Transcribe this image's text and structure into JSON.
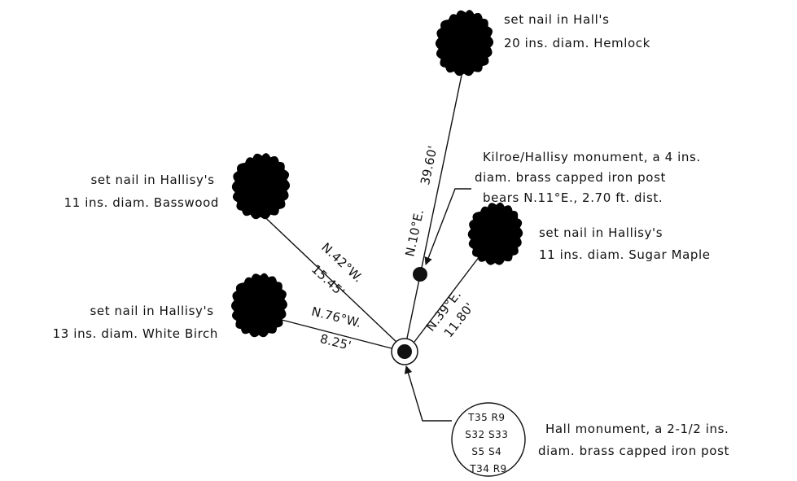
{
  "trees": {
    "hemlock": [
      "set nail in Hall's",
      "20 ins. diam. Hemlock"
    ],
    "basswood": [
      "set nail in Hallisy's",
      "11 ins. diam. Basswood"
    ],
    "sugar_maple": [
      "set nail in Hallisy's",
      "11 ins. diam. Sugar Maple"
    ],
    "white_birch": [
      "set nail in Hallisy's",
      "13 ins. diam. White Birch"
    ]
  },
  "bearings": {
    "hemlock": [
      "N.10°E.",
      "39.60'"
    ],
    "basswood": [
      "N.42°W.",
      "15.45'"
    ],
    "white_birch": [
      "N.76°W.",
      "8.25'"
    ],
    "sugar_maple": [
      "N.39°E.",
      "11.80'"
    ]
  },
  "monuments": {
    "kilroe": [
      "Kilroe/Hallisy monument, a 4 ins.",
      "diam. brass capped iron post",
      "bears N.11°E., 2.70 ft. dist."
    ],
    "hall": [
      "Hall monument, a 2-1/2 ins.",
      "diam. brass capped iron post"
    ]
  },
  "section_corner": [
    "T35 R9",
    "S32 S33",
    "S5 S4",
    "T34 R9"
  ]
}
